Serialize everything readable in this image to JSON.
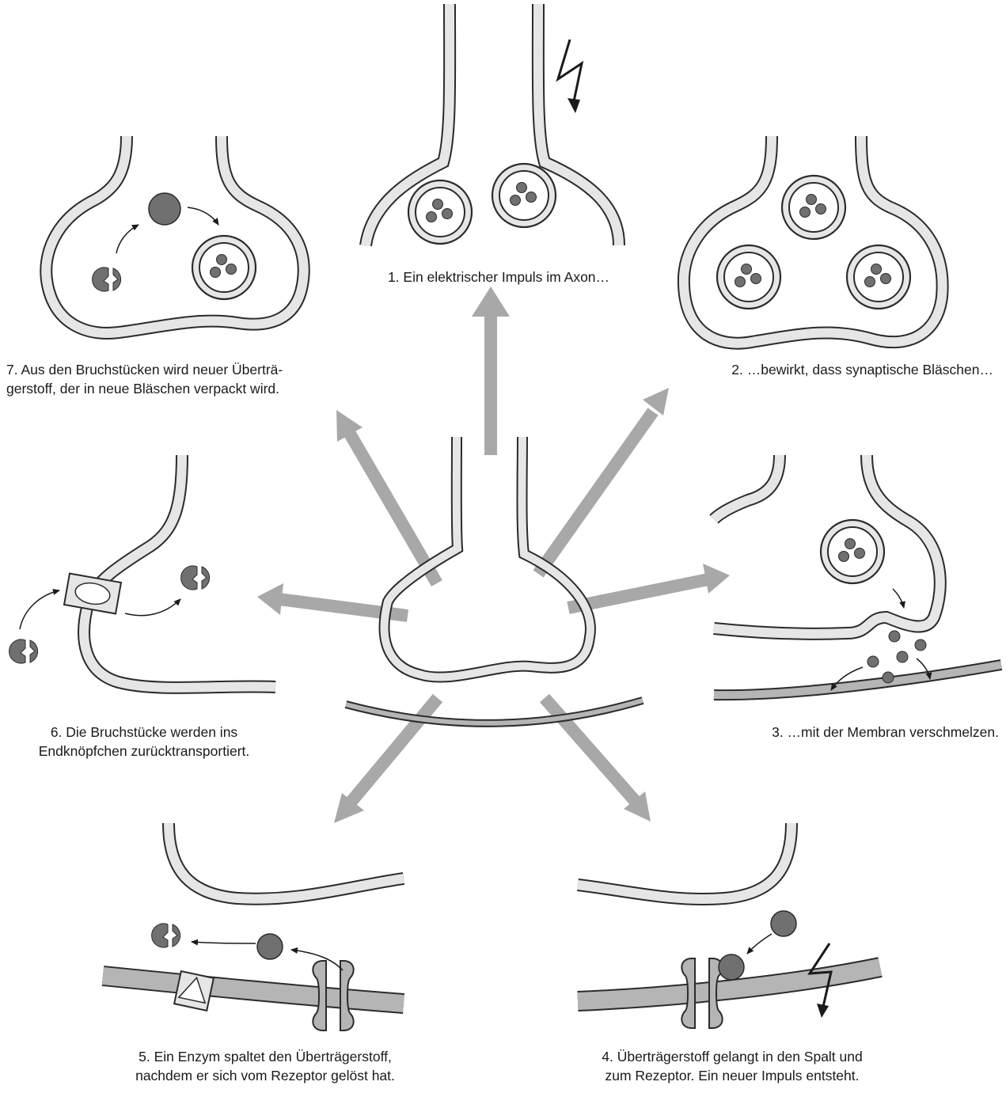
{
  "captions": {
    "step1": {
      "lines": [
        "1. Ein elektrischer Impuls im Axon…"
      ]
    },
    "step2": {
      "lines": [
        "2. …bewirkt, dass synaptische Bläschen…"
      ]
    },
    "step3": {
      "lines": [
        "3. …mit der Membran verschmelzen."
      ]
    },
    "step4": {
      "lines": [
        "4. Überträgerstoff gelangt in den Spalt und",
        "zum Rezeptor. Ein neuer Impuls entsteht."
      ]
    },
    "step5": {
      "lines": [
        "5. Ein Enzym spaltet den Überträgerstoff,",
        "nachdem er sich vom Rezeptor gelöst hat."
      ]
    },
    "step6": {
      "lines": [
        "6. Die Bruchstücke werden ins",
        "Endknöpfchen zurücktransportiert."
      ]
    },
    "step7": {
      "lines": [
        "7. Aus den Bruchstücken wird neuer Überträ-",
        "gerstoff, der in neue Bläschen verpackt wird."
      ]
    }
  },
  "colors": {
    "outline": "#2b2b2b",
    "membrane_fill": "#e6e6e6",
    "postsynaptic_fill": "#b5b5b5",
    "molecule": "#707070",
    "arrow": "#a8a8a8"
  },
  "icons": {
    "impulse": "lightning-bolt-icon",
    "transmitter": "transmitter-molecule-icon",
    "fragment": "fragment-molecule-icon",
    "enzyme": "enzyme-icon"
  }
}
